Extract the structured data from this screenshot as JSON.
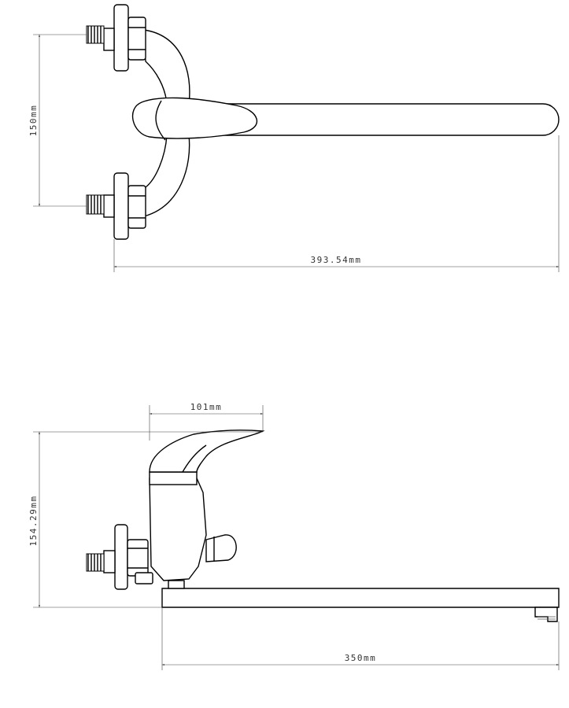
{
  "top_view": {
    "dim_height": "150mm",
    "dim_width": "393.54mm"
  },
  "side_view": {
    "dim_handle": "101mm",
    "dim_height": "154.29mm",
    "dim_spout": "350mm"
  }
}
